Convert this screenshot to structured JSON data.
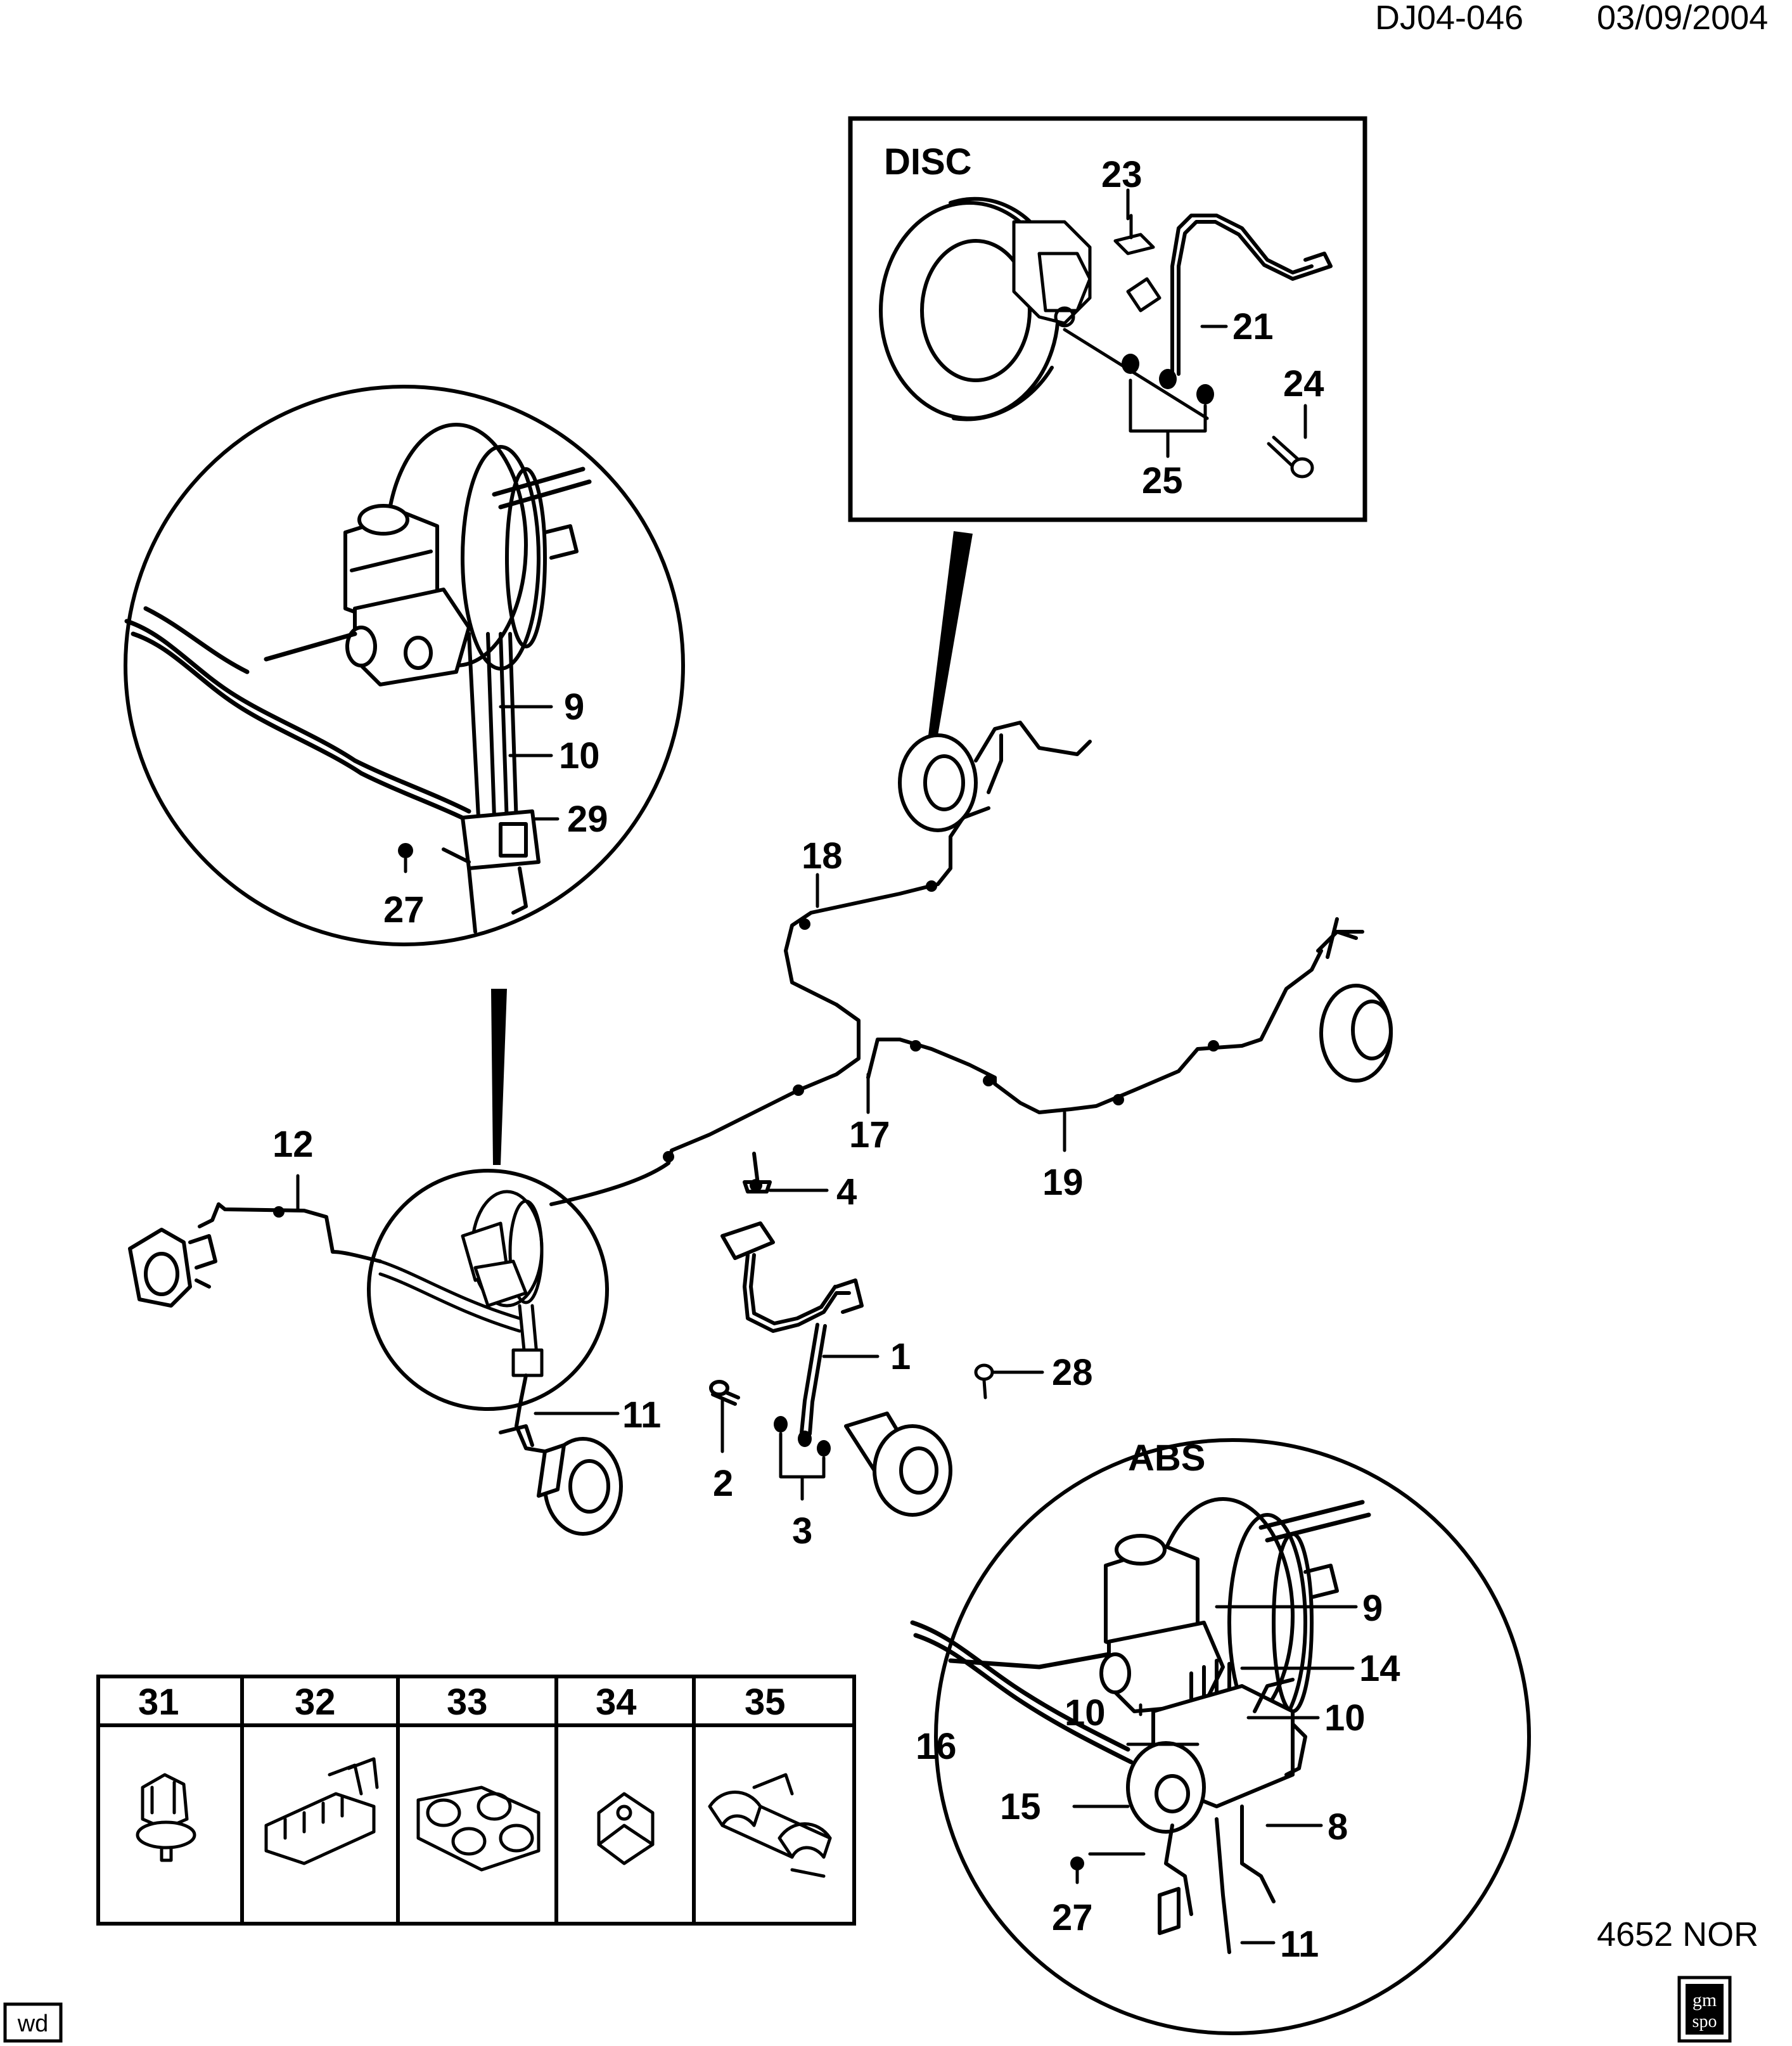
{
  "header": {
    "doc_id": "DJ04-046",
    "date": "03/09/2004"
  },
  "footer": {
    "ref": "4652 NOR",
    "corner_tag": "wd",
    "logo_top": "gm",
    "logo_bottom": "spo"
  },
  "callouts": {
    "disc": "DISC",
    "abs": "ABS"
  },
  "labels": {
    "p1": "1",
    "p2": "2",
    "p3": "3",
    "p4": "4",
    "p8": "8",
    "p9a": "9",
    "p9b": "9",
    "p10a": "10",
    "p10b": "10",
    "p10c": "10",
    "p11a": "11",
    "p11b": "11",
    "p12": "12",
    "p14": "14",
    "p15": "15",
    "p16": "16",
    "p17": "17",
    "p18": "18",
    "p19": "19",
    "p21": "21",
    "p23": "23",
    "p24": "24",
    "p25": "25",
    "p27a": "27",
    "p27b": "27",
    "p28": "28",
    "p29": "29"
  },
  "clip_table": {
    "headers": [
      "31",
      "32",
      "33",
      "34",
      "35"
    ]
  }
}
